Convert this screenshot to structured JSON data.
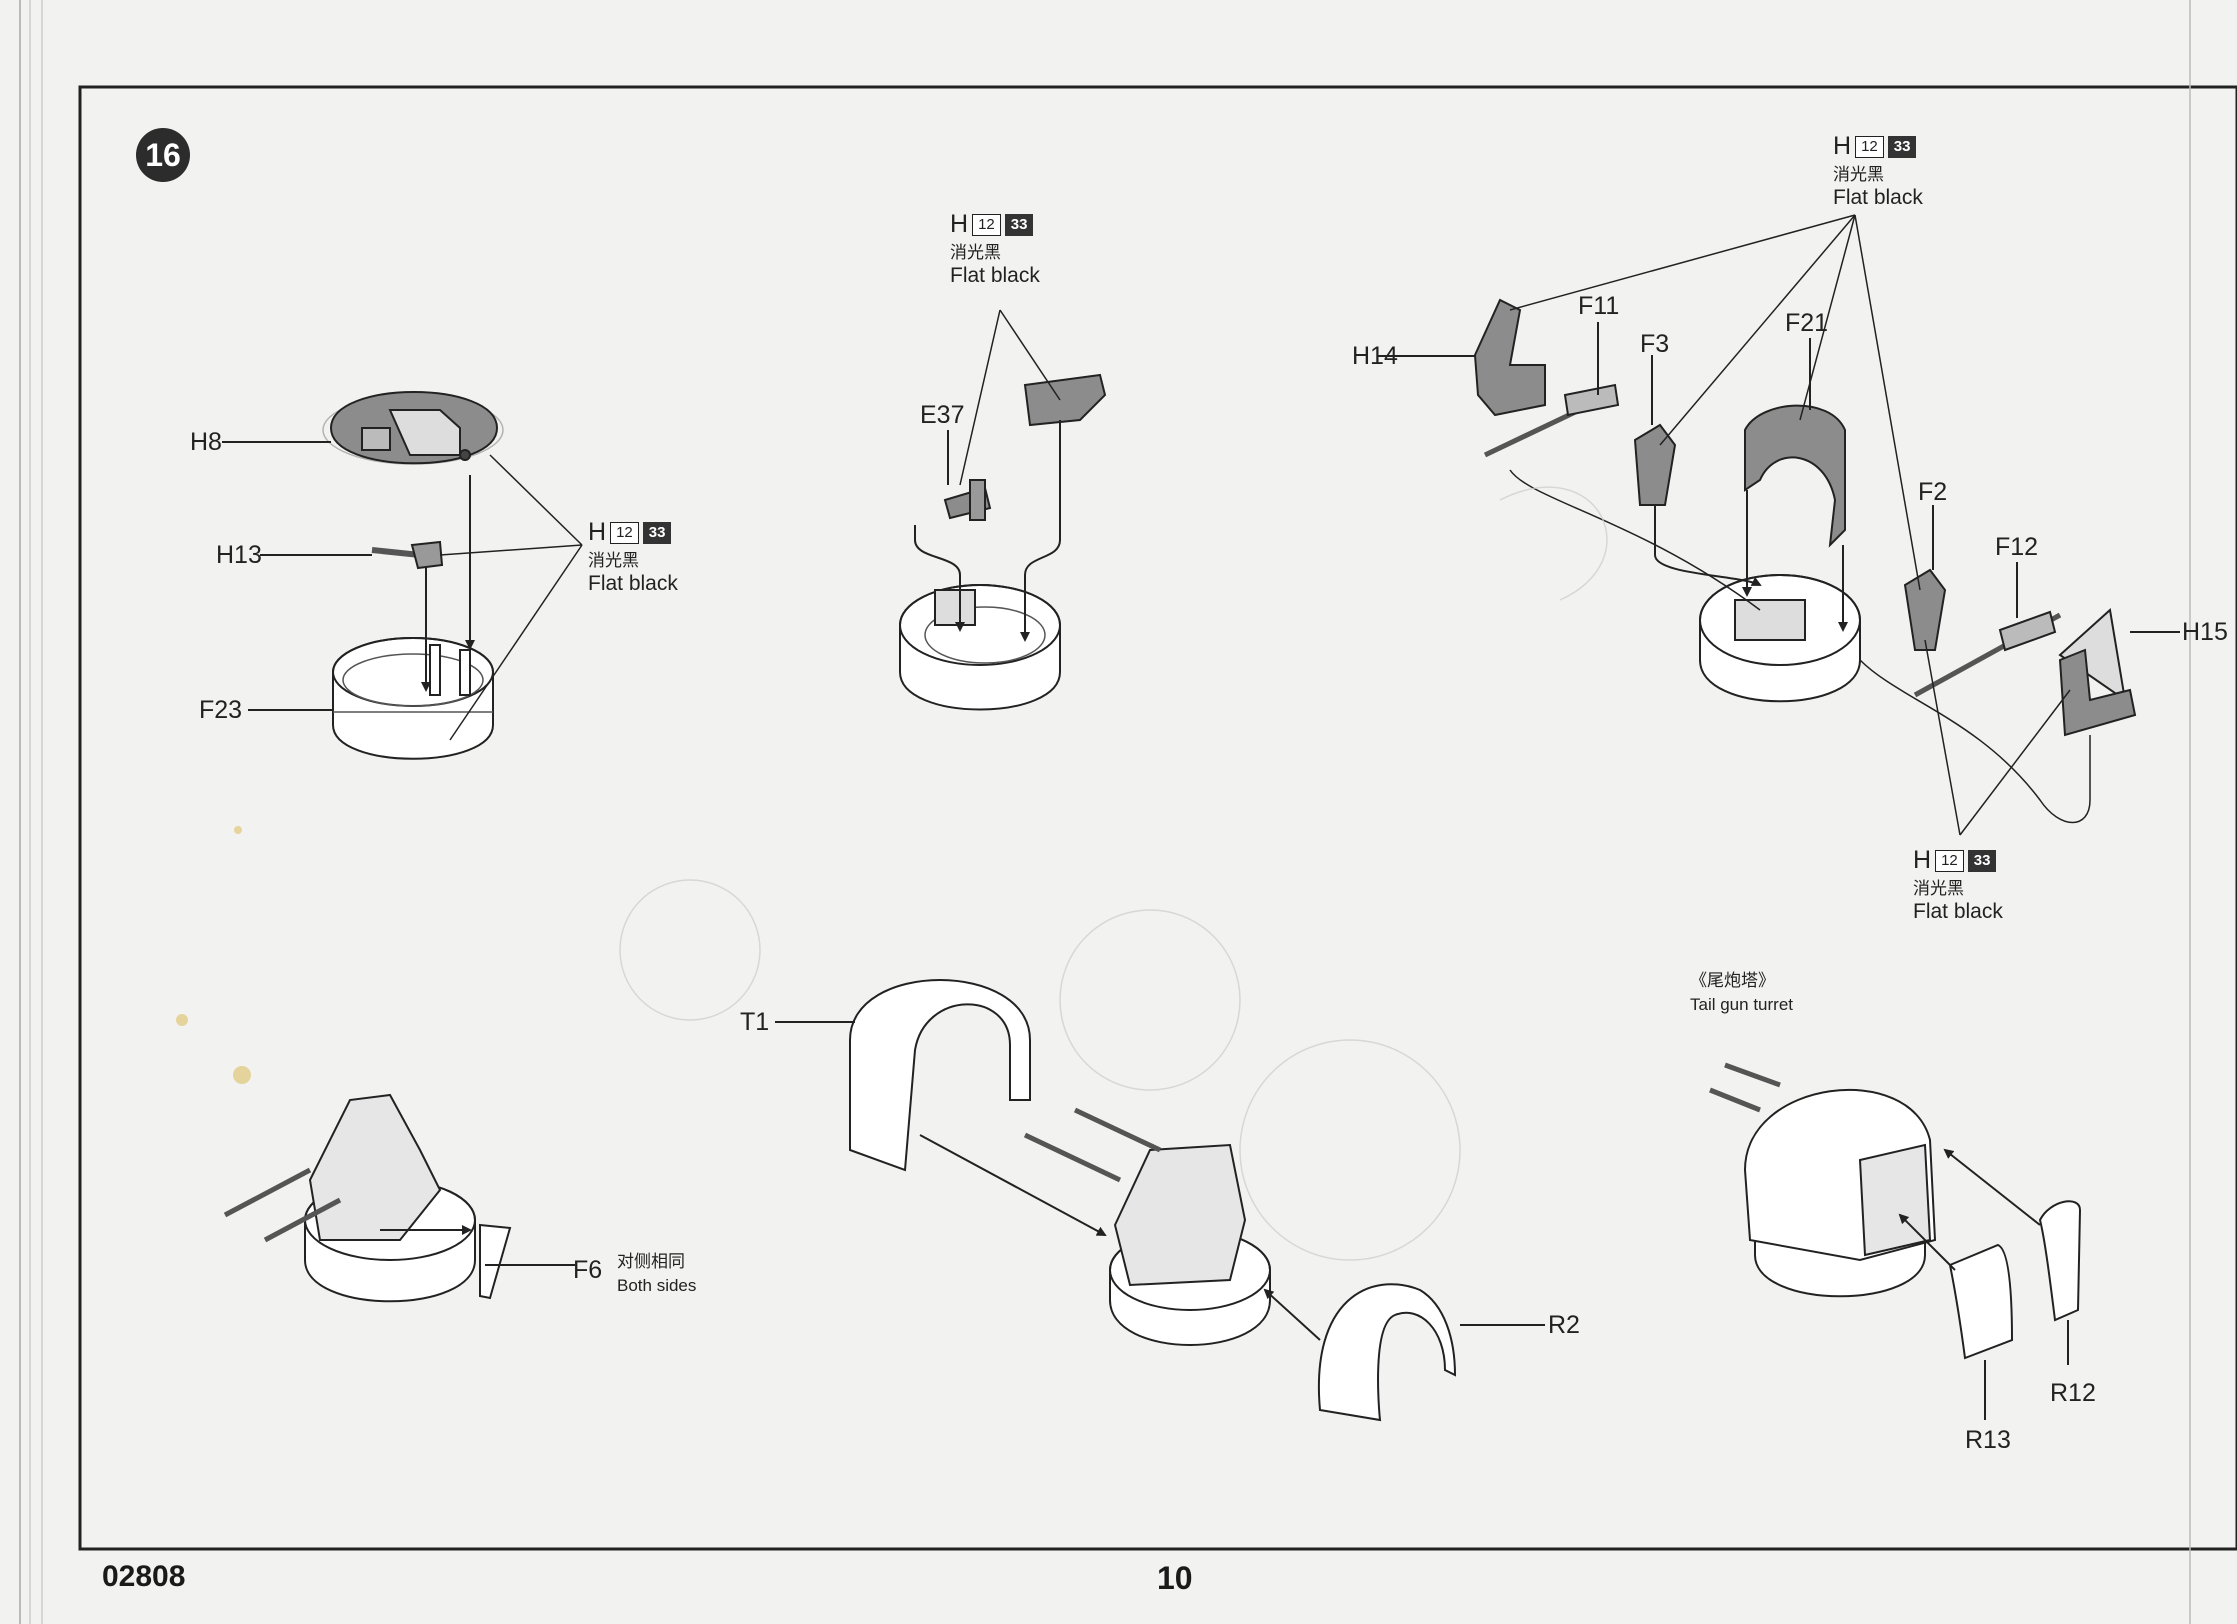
{
  "step": {
    "number": "16"
  },
  "paint_callouts": [
    {
      "id": "p1",
      "letter": "H",
      "num": "12",
      "code": "33",
      "cn": "消光黑",
      "en": "Flat black"
    },
    {
      "id": "p2",
      "letter": "H",
      "num": "12",
      "code": "33",
      "cn": "消光黑",
      "en": "Flat black"
    },
    {
      "id": "p3",
      "letter": "H",
      "num": "12",
      "code": "33",
      "cn": "消光黑",
      "en": "Flat black"
    },
    {
      "id": "p4",
      "letter": "H",
      "num": "12",
      "code": "33",
      "cn": "消光黑",
      "en": "Flat black"
    }
  ],
  "part_labels": {
    "h8": "H8",
    "h13": "H13",
    "f23": "F23",
    "e37": "E37",
    "h14": "H14",
    "f11": "F11",
    "f3": "F3",
    "f21": "F21",
    "f2": "F2",
    "f12": "F12",
    "h15": "H15",
    "t1": "T1",
    "r2": "R2",
    "f6": "F6",
    "r12": "R12",
    "r13": "R13"
  },
  "notes": {
    "both_sides_cn": "对侧相同",
    "both_sides_en": "Both sides",
    "tail_turret_cn": "《尾炮塔》",
    "tail_turret_en": "Tail gun turret"
  },
  "footer": {
    "product_code": "02808",
    "page_number": "10"
  },
  "colors": {
    "paper": "#f2f2f0",
    "ink": "#1a1a1a",
    "part_gray": "#7a7a7a"
  }
}
